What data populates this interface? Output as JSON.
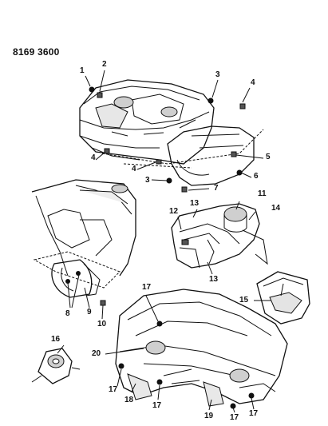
{
  "header": {
    "code": "8169 3600"
  },
  "callouts": {
    "c1": "1",
    "c2": "2",
    "c3a": "3",
    "c3b": "3",
    "c4a": "4",
    "c4b": "4",
    "c4c": "4",
    "c5": "5",
    "c6": "6",
    "c7": "7",
    "c8": "8",
    "c9": "9",
    "c10": "10",
    "c11": "11",
    "c12": "12",
    "c13a": "13",
    "c13b": "13",
    "c14": "14",
    "c15": "15",
    "c16": "16",
    "c17a": "17",
    "c17b": "17",
    "c17c": "17",
    "c17d": "17",
    "c17e": "17",
    "c18": "18",
    "c19": "19",
    "c20": "20"
  },
  "colors": {
    "ink": "#111111",
    "paper": "#ffffff",
    "shade": "#9a9a9a"
  }
}
